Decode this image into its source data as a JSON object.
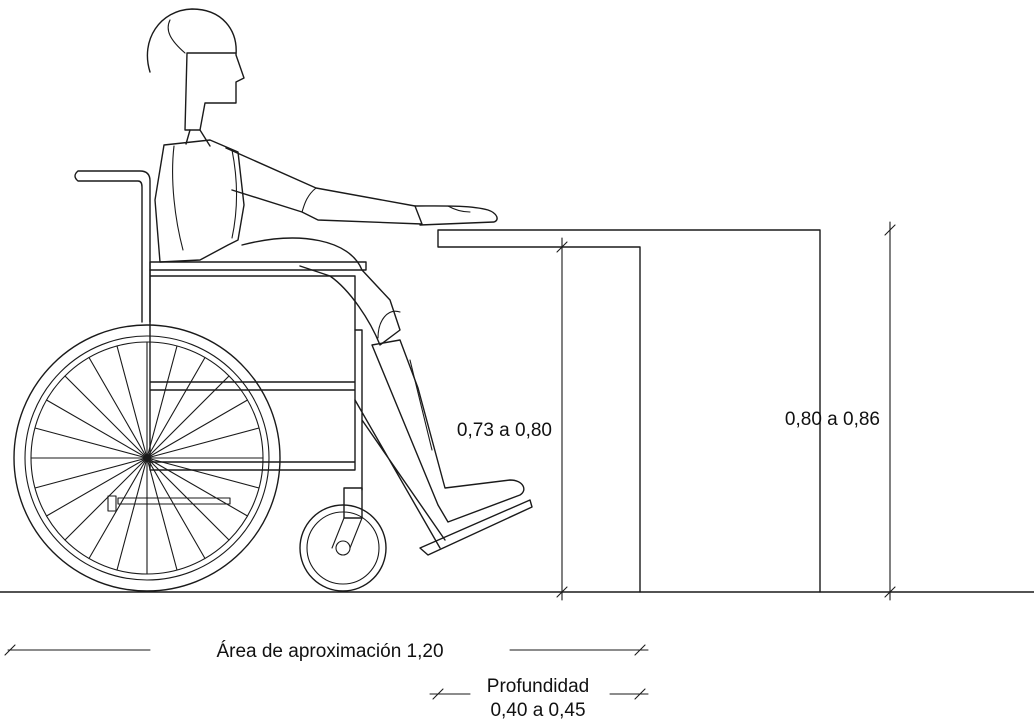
{
  "labels": {
    "knee_clearance_height": "0,73 a 0,80",
    "table_top_height": "0,80 a 0,86",
    "approach_area": "Área de aproximación 1,20",
    "depth_title": "Profundidad",
    "depth_value": "0,40 a 0,45"
  }
}
